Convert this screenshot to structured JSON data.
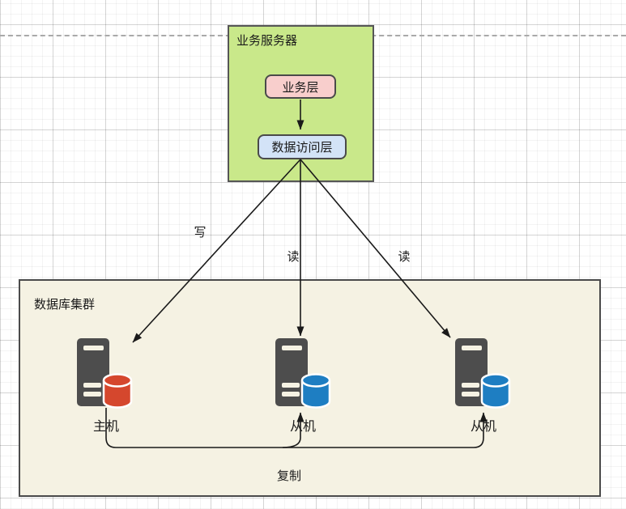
{
  "server_group": {
    "title": "业务服务器",
    "business_layer": "业务层",
    "data_access_layer": "数据访问层"
  },
  "edges": {
    "write": "写",
    "read_left": "读",
    "read_right": "读",
    "replicate": "复制"
  },
  "cluster": {
    "title": "数据库集群",
    "nodes": [
      {
        "label": "主机",
        "role": "master",
        "db_color": "#d5472d"
      },
      {
        "label": "从机",
        "role": "slave",
        "db_color": "#1e7ec2"
      },
      {
        "label": "从机",
        "role": "slave",
        "db_color": "#1e7ec2"
      }
    ]
  },
  "colors": {
    "server_group_fill": "#c9e88a",
    "server_group_border": "#565656",
    "business_layer_fill": "#f8cecc",
    "data_access_layer_fill": "#d3e3f7",
    "node_border": "#4a4a4a",
    "cluster_fill": "#f5f2e3",
    "server_tower": "#4d4d4d",
    "master_db": "#d5472d",
    "slave_db": "#1e7ec2",
    "edge_line": "#1a1a1a",
    "dashed_guide": "#a9a9a9"
  }
}
